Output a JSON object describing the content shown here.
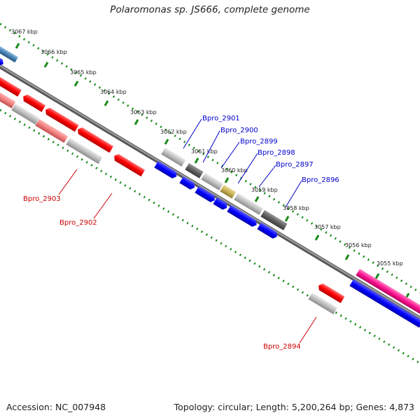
{
  "title": "Polaromonas sp. JS666, complete genome",
  "footer": {
    "accession": "Accession: NC_007948",
    "summary": "Topology: circular; Length: 5,200,264 bp; Genes: 4,873"
  },
  "colors": {
    "backbone": "#808080",
    "ticks": "#1a8a1a",
    "forward_gene": "#0000ff",
    "reverse_gene": "#ff0000",
    "grey_gene": "#b5b5b5",
    "dark_gene": "#606060",
    "gold_gene": "#c9b45a",
    "pink_gene": "#ff1493",
    "steel_gene": "#4682b4",
    "label_blue": "#0000cc",
    "label_red": "#cc0000"
  },
  "kbp_ticks": [
    "3067 kbp",
    "3066 kbp",
    "3065 kbp",
    "3064 kbp",
    "3063 kbp",
    "3062 kbp",
    "3061 kbp",
    "3060 kbp",
    "3059 kbp",
    "3058 kbp",
    "3057 kbp",
    "3056 kbp",
    "3055 kbp"
  ],
  "gene_labels": [
    {
      "text": "Bpro_2901",
      "strand": "forward"
    },
    {
      "text": "Bpro_2900",
      "strand": "forward"
    },
    {
      "text": "Bpro_2899",
      "strand": "forward"
    },
    {
      "text": "Bpro_2898",
      "strand": "forward"
    },
    {
      "text": "Bpro_2897",
      "strand": "forward"
    },
    {
      "text": "Bpro_2896",
      "strand": "forward"
    },
    {
      "text": "Bpro_2903",
      "strand": "reverse"
    },
    {
      "text": "Bpro_2902",
      "strand": "reverse"
    },
    {
      "text": "Bpro_2894",
      "strand": "reverse"
    }
  ]
}
